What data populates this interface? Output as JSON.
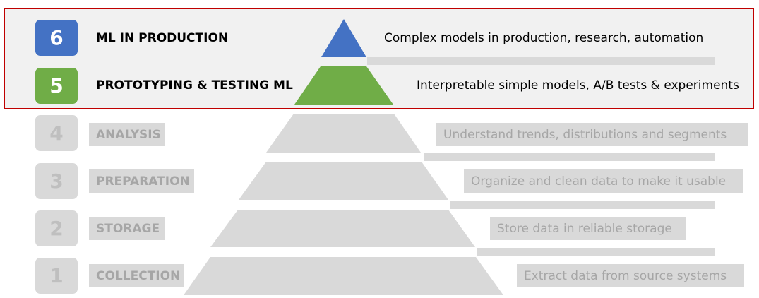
{
  "levels": [
    {
      "number": "6",
      "title": "ML IN PRODUCTION",
      "description": "Complex models in production, research, automation",
      "active": true,
      "color": "#4472c4"
    },
    {
      "number": "5",
      "title": "PROTOTYPING & TESTING ML",
      "description": "Interpretable simple models, A/B tests & experiments",
      "active": true,
      "color": "#70ad47"
    },
    {
      "number": "4",
      "title": "ANALYSIS",
      "description": "Understand trends, distributions and segments",
      "active": false,
      "color": "#d9d9d9"
    },
    {
      "number": "3",
      "title": "PREPARATION",
      "description": "Organize and clean data to make it usable",
      "active": false,
      "color": "#d9d9d9"
    },
    {
      "number": "2",
      "title": "STORAGE",
      "description": "Store data in reliable storage",
      "active": false,
      "color": "#d9d9d9"
    },
    {
      "number": "1",
      "title": "COLLECTION",
      "description": "Extract data from source systems",
      "active": false,
      "color": "#d9d9d9"
    }
  ],
  "colors": {
    "highlight_border": "#c00000",
    "inactive": "#d9d9d9",
    "inactive_text": "#a6a6a6"
  }
}
